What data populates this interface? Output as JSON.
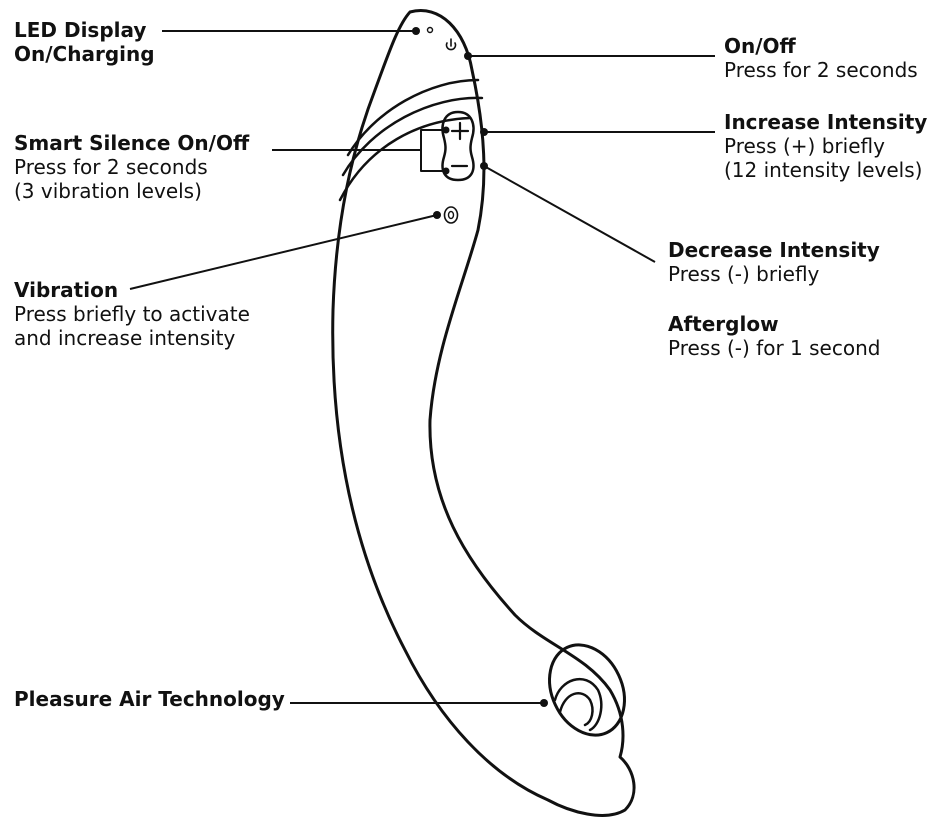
{
  "colors": {
    "ink": "#111111",
    "background": "#ffffff"
  },
  "labels": {
    "led": {
      "title_line1": "LED Display",
      "title_line2": "On/Charging"
    },
    "smart": {
      "title": "Smart Silence On/Off",
      "desc_line1": "Press for 2 seconds",
      "desc_line2": "(3 vibration levels)"
    },
    "vibration": {
      "title": "Vibration",
      "desc_line1": "Press briefly to activate",
      "desc_line2": "and increase intensity"
    },
    "air": {
      "title": "Pleasure Air Technology"
    },
    "onoff": {
      "title": "On/Off",
      "desc_line1": "Press for 2 seconds"
    },
    "increase": {
      "title": "Increase Intensity",
      "desc_line1": "Press (+) briefly",
      "desc_line2": "(12 intensity levels)"
    },
    "decrease": {
      "title": "Decrease Intensity",
      "desc_line1": "Press (-) briefly"
    },
    "afterglow": {
      "title": "Afterglow",
      "desc_line1": "Press (-) for 1 second"
    }
  },
  "icons": {
    "power": "power-icon",
    "plus": "+",
    "minus": "−",
    "vibration": "vibration-icon",
    "led": "led-indicator-icon"
  }
}
